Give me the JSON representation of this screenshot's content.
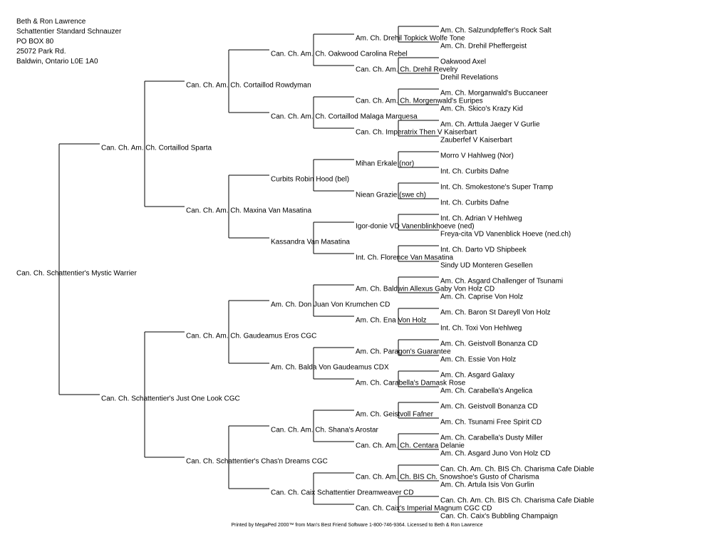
{
  "owner": {
    "name": "Beth & Ron Lawrence",
    "kennel": "Schattentier Standard Schnauzer",
    "pobox": "PO BOX 80",
    "road": "25072 Park Rd.",
    "city": "Baldwin, Ontario L0E 1A0"
  },
  "pedigree": {
    "subject": "Can. Ch. Schattentier's Mystic Warrier",
    "parents": [
      "Can. Ch. Am. Ch. Cortaillod Sparta",
      "Can. Ch. Schattentier's Just One Look CGC"
    ],
    "grandparents": [
      "Can. Ch. Am. Ch. Cortaillod Rowdyman",
      "Can. Ch. Am. Ch. Maxina Van Masatina",
      "Can. Ch. Am. Ch. Gaudeamus Eros CGC",
      "Can. Ch. Schattentier's Chas'n Dreams CGC"
    ],
    "great_grandparents": [
      "Can. Ch. Am. Ch. Oakwood Carolina Rebel",
      "Can. Ch. Am. Ch. Cortaillod Malaga Marquesa",
      "Curbits Robin Hood (bel)",
      "Kassandra Van Masatina",
      "Am. Ch. Don Juan Von Krumchen CD",
      "Am. Ch. Balda Von Gaudeamus CDX",
      "Can. Ch. Am. Ch. Shana's Arostar",
      "Can. Ch. Caix Schattentier Dreamweaver CD"
    ],
    "gen4": [
      "Am. Ch. Drehil Topkick Wolfe Tone",
      "Can. Ch. Am. Ch. Drehil Revelry",
      "Can. Ch. Am. Ch. Morgenwald's Euripes",
      "Can. Ch. Imperatrix Then V Kaiserbart",
      "Mihan Erkale (nor)",
      "Niean Grazie (swe ch)",
      "Igor-donie VD Vanenblinkhoeve (ned)",
      "Int. Ch. Florence Van Masatina",
      "Am. Ch. Baldwin Allexus Gaby Von Holz CD",
      "Am. Ch. Ena Von Holz",
      "Am. Ch. Paragon's Guarantee",
      "Am. Ch. Carabella's Damask Rose",
      "Am. Ch. Geistvoll Fafner",
      "Can. Ch. Am. Ch. Centara Delanie",
      "Can. Ch. Am. Ch. BIS Ch. Snowshoe's Gusto of Charisma",
      "Can. Ch. Caix's Imperial Magnum CGC CD"
    ],
    "gen5": [
      "Am. Ch. Salzundpfeffer's Rock Salt",
      "Am. Ch. Drehil Pheffergeist",
      "Oakwood Axel",
      "Drehil Revelations",
      "Am. Ch. Morganwald's Buccaneer",
      "Am. Ch. Skico's Krazy Kid",
      "Am. Ch. Arttula Jaeger V Gurlie",
      "Zauberfef V Kaiserbart",
      "Morro V Hahlweg (Nor)",
      "Int. Ch. Curbits Dafne",
      "Int. Ch. Smokestone's Super Tramp",
      "Int. Ch. Curbits Dafne",
      "Int. Ch. Adrian V Hehlweg",
      "Freya-cita VD Vanenblick Hoeve (ned.ch)",
      "Int. Ch. Darto VD Shipbeek",
      "Sindy UD Monteren Gesellen",
      "Am. Ch. Asgard Challenger of Tsunami",
      "Am. Ch. Caprise Von Holz",
      "Am. Ch. Baron St Dareyll Von Holz",
      "Int. Ch. Toxi Von Hehlweg",
      "Am. Ch. Geistvoll Bonanza CD",
      "Am. Ch. Essie Von Holz",
      "Am. Ch. Asgard Galaxy",
      "Am. Ch. Carabella's Angelica",
      "Am. Ch. Geistvoll Bonanza CD",
      "Am. Ch. Tsunami Free Spirit CD",
      "Am. Ch. Carabella's Dusty Miller",
      "Am. Ch. Asgard Juno Von Holz CD",
      "Can. Ch. Am. Ch. BIS Ch. Charisma Cafe Diable",
      "Am. Ch. Artula Isis Von Gurlin",
      "Can. Ch. Am. Ch. BIS Ch. Charisma Cafe Diable",
      "Can. Ch. Caix's Bubbling Champaign"
    ]
  },
  "footer": "Printed by MegaPed 2000™ from Man's Best Friend Software 1-800-746-9364. Licensed to Beth & Ron Lawrence"
}
